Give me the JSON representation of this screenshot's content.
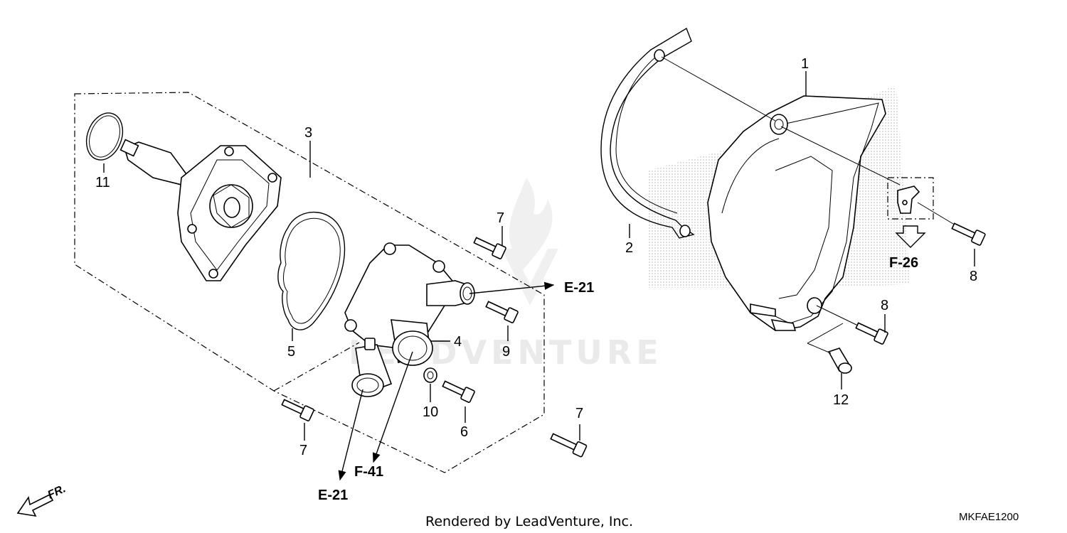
{
  "callouts": [
    {
      "id": "1",
      "text": "1"
    },
    {
      "id": "2",
      "text": "2"
    },
    {
      "id": "3",
      "text": "3"
    },
    {
      "id": "4",
      "text": "4"
    },
    {
      "id": "5",
      "text": "5"
    },
    {
      "id": "6",
      "text": "6"
    },
    {
      "id": "7a",
      "text": "7"
    },
    {
      "id": "7b",
      "text": "7"
    },
    {
      "id": "7c",
      "text": "7"
    },
    {
      "id": "8a",
      "text": "8"
    },
    {
      "id": "8b",
      "text": "8"
    },
    {
      "id": "9",
      "text": "9"
    },
    {
      "id": "10",
      "text": "10"
    },
    {
      "id": "11",
      "text": "11"
    },
    {
      "id": "12",
      "text": "12"
    }
  ],
  "references": {
    "e21_top": "E-21",
    "e21_bottom": "E-21",
    "f41": "F-41",
    "f26": "F-26"
  },
  "direction": "FR.",
  "watermark": "LEADVENTURE",
  "footer": {
    "credit": "Rendered by LeadVenture, Inc.",
    "code": "MKFAE1200"
  }
}
